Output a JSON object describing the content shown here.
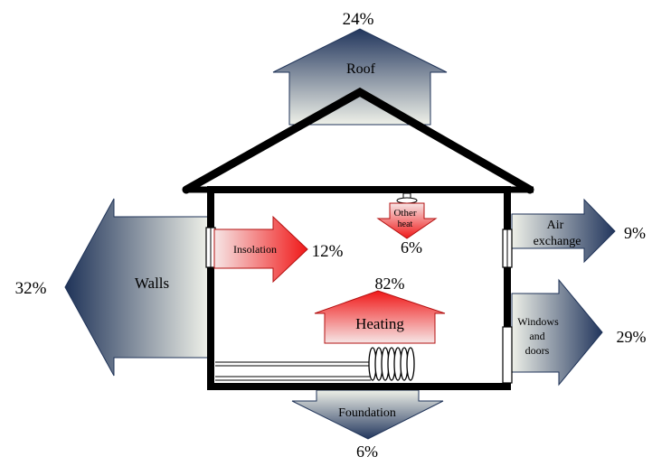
{
  "diagram": {
    "flows": {
      "roof": {
        "label": "Roof",
        "percent": "24%"
      },
      "walls": {
        "label": "Walls",
        "percent": "32%"
      },
      "air_exchange": {
        "label_line1": "Air",
        "label_line2": "exchange",
        "percent": "9%"
      },
      "windows_doors": {
        "label_line1": "Windows",
        "label_line2": "and",
        "label_line3": "doors",
        "percent": "29%"
      },
      "foundation": {
        "label": "Foundation",
        "percent": "6%"
      }
    },
    "gains": {
      "insolation": {
        "label": "Insolation",
        "percent": "12%"
      },
      "other_heat": {
        "label_line1": "Other",
        "label_line2": "heat",
        "percent": "6%"
      },
      "heating": {
        "label": "Heating",
        "percent": "82%"
      }
    },
    "colors": {
      "loss_dark": "#1f3358",
      "loss_light": "#eef0e8",
      "gain_red": "#f01818",
      "gain_light": "#f6e6e6",
      "house_outline": "#000000"
    }
  }
}
